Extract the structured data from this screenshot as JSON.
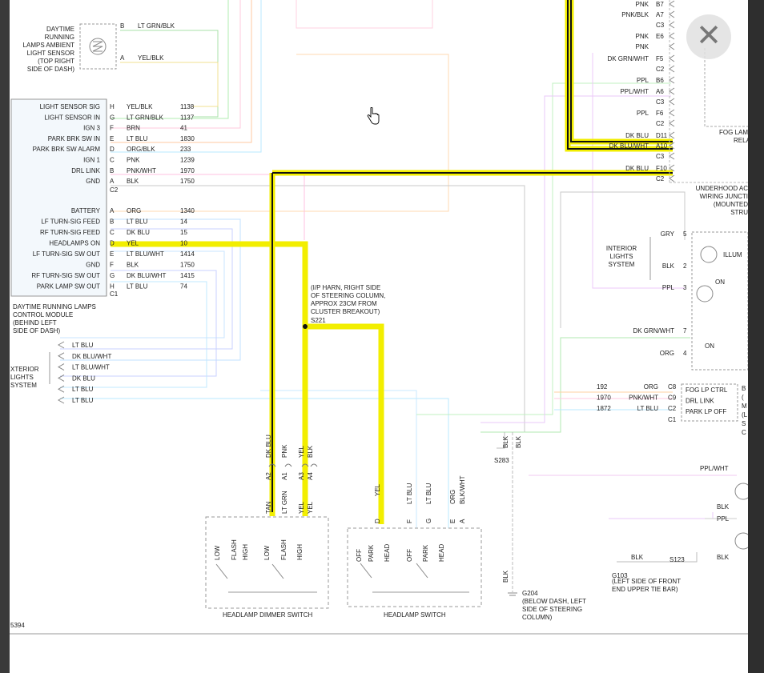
{
  "close_button": {
    "glyph": "✕"
  },
  "drl_sensor": {
    "label": [
      "DAYTIME",
      "RUNNING",
      "LAMPS AMBIENT",
      "LIGHT SENSOR",
      "(TOP RIGHT",
      "SIDE OF DASH)"
    ],
    "pins": [
      {
        "pin": "B",
        "wire": "LT GRN/BLK"
      },
      {
        "pin": "A",
        "wire": "YEL/BLK"
      }
    ]
  },
  "drl_module": {
    "label": [
      "DAYTIME RUNNING LAMPS",
      "CONTROL MODULE",
      "(BEHIND LEFT",
      "SIDE OF DASH)"
    ],
    "c2_pins": [
      {
        "name": "LIGHT SENSOR SIG",
        "pin": "H",
        "wire": "YEL/BLK",
        "circuit": "1138"
      },
      {
        "name": "LIGHT SENSOR IN",
        "pin": "G",
        "wire": "LT GRN/BLK",
        "circuit": "1137"
      },
      {
        "name": "IGN 3",
        "pin": "F",
        "wire": "BRN",
        "circuit": "41"
      },
      {
        "name": "PARK BRK SW IN",
        "pin": "E",
        "wire": "LT BLU",
        "circuit": "1830"
      },
      {
        "name": "PARK BRK SW ALARM",
        "pin": "D",
        "wire": "ORG/BLK",
        "circuit": "233"
      },
      {
        "name": "IGN 1",
        "pin": "C",
        "wire": "PNK",
        "circuit": "1239"
      },
      {
        "name": "DRL LINK",
        "pin": "B",
        "wire": "PNK/WHT",
        "circuit": "1970"
      },
      {
        "name": "GND",
        "pin": "A",
        "wire": "BLK",
        "circuit": "1750"
      }
    ],
    "c2_label": "C2",
    "c1_pins": [
      {
        "name": "BATTERY",
        "pin": "A",
        "wire": "ORG",
        "circuit": "1340"
      },
      {
        "name": "LF TURN-SIG FEED",
        "pin": "B",
        "wire": "LT BLU",
        "circuit": "14"
      },
      {
        "name": "RF TURN-SIG FEED",
        "pin": "C",
        "wire": "DK BLU",
        "circuit": "15"
      },
      {
        "name": "HEADLAMPS ON",
        "pin": "D",
        "wire": "YEL",
        "circuit": "10"
      },
      {
        "name": "LF TURN-SIG SW OUT",
        "pin": "E",
        "wire": "LT BLU/WHT",
        "circuit": "1414"
      },
      {
        "name": "GND",
        "pin": "F",
        "wire": "BLK",
        "circuit": "1750"
      },
      {
        "name": "RF TURN-SIG SW OUT",
        "pin": "G",
        "wire": "DK BLU/WHT",
        "circuit": "1415"
      },
      {
        "name": "PARK LAMP SW OUT",
        "pin": "H",
        "wire": "LT BLU",
        "circuit": "74"
      }
    ],
    "c1_label": "C1"
  },
  "exterior_lights": {
    "label": [
      "XTERIOR",
      "LIGHTS",
      "SYSTEM"
    ],
    "wires": [
      "LT BLU",
      "DK BLU/WHT",
      "LT BLU/WHT",
      "DK BLU",
      "LT BLU",
      "LT BLU"
    ]
  },
  "splice_note": {
    "lines": [
      "(I/P HARN, RIGHT SIDE",
      "OF STEERING COLUMN,",
      "APPROX 23CM FROM",
      "CLUSTER BREAKOUT)"
    ],
    "splice": "S221"
  },
  "dimmer_switch": {
    "title": "HEADLAMP DIMMER SWITCH",
    "top_wires": [
      "DK BLU",
      "PNK",
      "YEL",
      "BLK"
    ],
    "pins": [
      "A2",
      "A1",
      "A3",
      "A4"
    ],
    "bottom_wires": [
      "TAN",
      "LT GRN",
      "YEL",
      "YEL"
    ],
    "positions": [
      "LOW",
      "FLASH",
      "HIGH",
      "LOW",
      "FLASH",
      "HIGH"
    ]
  },
  "headlamp_switch": {
    "title": "HEADLAMP SWITCH",
    "wires": [
      "YEL",
      "LT BLU",
      "LT BLU",
      "ORG",
      "BLK/WHT"
    ],
    "pins": [
      "D",
      "F",
      "G",
      "E",
      "A"
    ],
    "positions": [
      "OFF",
      "PARK",
      "HEAD",
      "OFF",
      "PARK",
      "HEAD"
    ]
  },
  "ground": {
    "splice": "S283",
    "wires": [
      "BLK",
      "BLK",
      "BLK"
    ],
    "label": "G204",
    "note": [
      "(BELOW DASH, LEFT",
      "SIDE OF STEERING",
      "COLUMN)"
    ]
  },
  "junction_block": {
    "rows": [
      {
        "wire": "PNK",
        "pin": "B7"
      },
      {
        "wire": "PNK/BLK",
        "pin": "A7"
      },
      {
        "wire": "",
        "pin": "C3"
      },
      {
        "wire": "PNK",
        "pin": "E6"
      },
      {
        "wire": "PNK",
        "pin": ""
      },
      {
        "wire": "DK GRN/WHT",
        "pin": "F5"
      },
      {
        "wire": "",
        "pin": "C2"
      },
      {
        "wire": "PPL",
        "pin": "B6"
      },
      {
        "wire": "PPL/WHT",
        "pin": "A6"
      },
      {
        "wire": "",
        "pin": "C3"
      },
      {
        "wire": "PPL",
        "pin": "F6"
      },
      {
        "wire": "",
        "pin": "C2"
      },
      {
        "wire": "DK BLU",
        "pin": "D11"
      },
      {
        "wire": "DK BLU/WHT",
        "pin": "A10"
      },
      {
        "wire": "",
        "pin": "C3"
      },
      {
        "wire": "DK BLU",
        "pin": "F10"
      },
      {
        "wire": "",
        "pin": "C2"
      }
    ],
    "label": [
      "UNDERHOOD AC",
      "WIRING JUNCTI",
      "(MOUNTED",
      "STRU"
    ],
    "fog_label": [
      "FOG LAM",
      "RELA"
    ]
  },
  "interior_lights": {
    "label": [
      "INTERIOR",
      "LIGHTS",
      "SYSTEM"
    ],
    "rows": [
      {
        "wire": "GRY",
        "pin": "5"
      },
      {
        "wire": "BLK",
        "pin": "2"
      },
      {
        "wire": "PPL",
        "pin": "3"
      },
      {
        "wire": "DK GRN/WHT",
        "pin": "7"
      },
      {
        "wire": "ORG",
        "pin": "4"
      }
    ],
    "illum": "ILLUM",
    "on1": "ON",
    "on2": "ON"
  },
  "fog_module": {
    "rows": [
      {
        "circuit": "192",
        "wire": "ORG",
        "pin": "C8",
        "name": "FOG LP CTRL"
      },
      {
        "circuit": "1970",
        "wire": "PNK/WHT",
        "pin": "C9",
        "name": "DRL LINK"
      },
      {
        "circuit": "1872",
        "wire": "LT BLU",
        "pin": "C2",
        "name": "PARK LP OFF"
      }
    ],
    "c1": "C1",
    "side_letters": [
      "B",
      "(",
      "M",
      "(L",
      "S",
      "C"
    ]
  },
  "right_lower": {
    "wires": [
      "PPL/WHT",
      "BLK",
      "PPL",
      "BLK",
      "BLK"
    ],
    "splice": "S123",
    "ground": "G103",
    "note": [
      "(LEFT SIDE OF FRONT",
      "END UPPER TIE BAR)"
    ]
  },
  "page_ref": "5394"
}
